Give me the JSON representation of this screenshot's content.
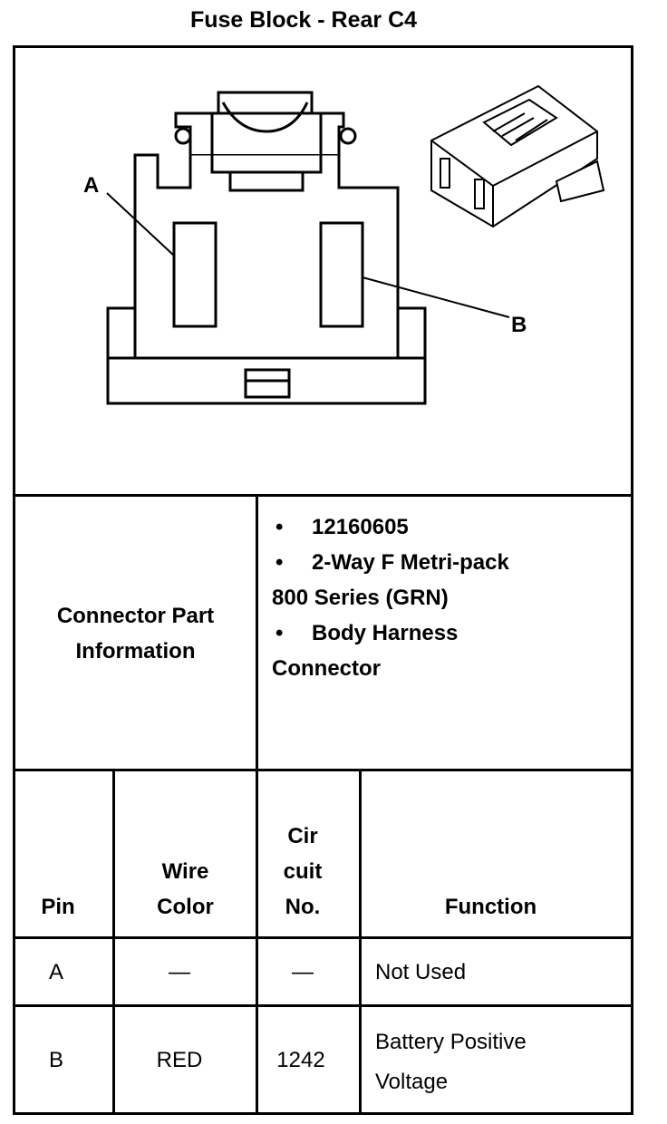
{
  "title": "Fuse Block - Rear C4",
  "diagram": {
    "label_a": "A",
    "label_b": "B"
  },
  "part_info": {
    "heading_line1": "Connector Part",
    "heading_line2": "Information",
    "bullet": "•",
    "line1": "12160605",
    "line2a": "2-Way F Metri-pack",
    "line2b": "800 Series (GRN)",
    "line3a": "Body Harness",
    "line3b": "Connector"
  },
  "table": {
    "headers": {
      "pin": "Pin",
      "wire_color_1": "Wire",
      "wire_color_2": "Color",
      "circuit_1": "Cir",
      "circuit_2": "cuit",
      "circuit_3": "No.",
      "function": "Function"
    },
    "rows": [
      {
        "pin": "A",
        "wire_color": "—",
        "circuit": "—",
        "function_1": "Not Used",
        "function_2": ""
      },
      {
        "pin": "B",
        "wire_color": "RED",
        "circuit": "1242",
        "function_1": "Battery Positive",
        "function_2": "Voltage"
      }
    ]
  }
}
